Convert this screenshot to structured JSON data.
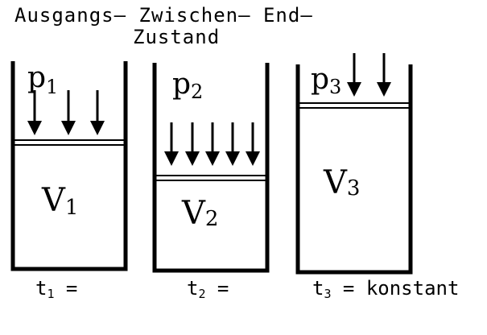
{
  "header": {
    "line1": "Ausgangs– Zwischen– End–",
    "line2": "Zustand"
  },
  "cylinders": [
    {
      "pressure": "p",
      "pressure_sub": "1",
      "volume": "V",
      "volume_sub": "1",
      "arrows": 3,
      "time": "t",
      "time_sub": "1",
      "time_suffix": " ="
    },
    {
      "pressure": "p",
      "pressure_sub": "2",
      "volume": "V",
      "volume_sub": "2",
      "arrows": 5,
      "time": "t",
      "time_sub": "2",
      "time_suffix": " ="
    },
    {
      "pressure": "p",
      "pressure_sub": "3",
      "volume": "V",
      "volume_sub": "3",
      "arrows": 2,
      "time": "t",
      "time_sub": "3",
      "time_suffix": " = konstant"
    }
  ]
}
